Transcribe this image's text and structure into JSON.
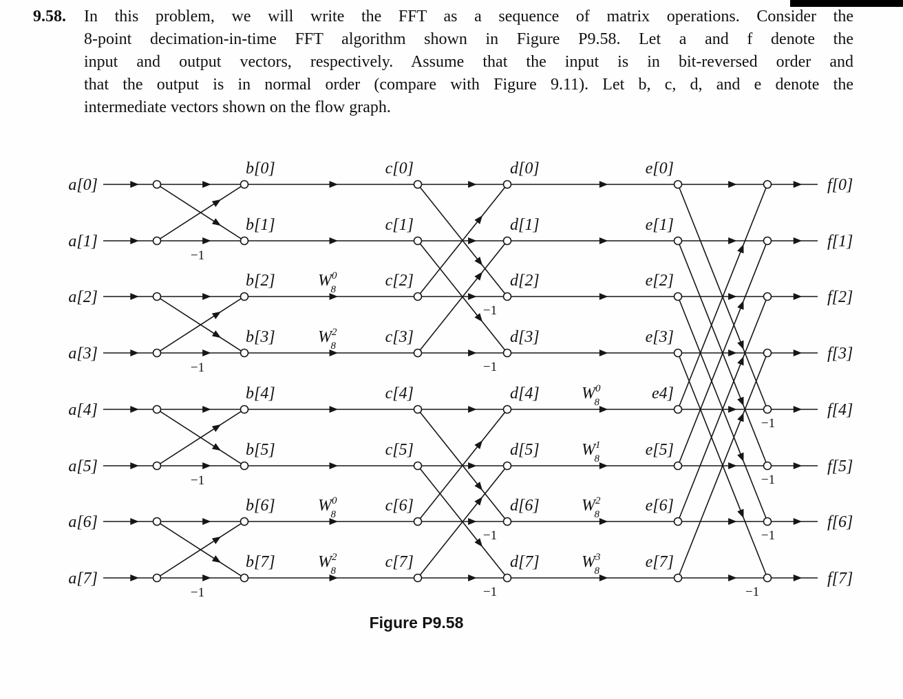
{
  "problem": {
    "number": "9.58.",
    "lines": [
      "In this problem, we will write the FFT as a sequence of matrix operations. Consider the",
      "8-point decimation-in-time FFT algorithm shown in Figure P9.58. Let a and f denote the",
      "input and output vectors, respectively. Assume that the input is in bit-reversed order and",
      "that the output is in normal order (compare with Figure 9.11). Let b, c, d, and e denote the",
      "intermediate vectors shown on the flow graph."
    ]
  },
  "figure": {
    "caption": "Figure P9.58",
    "inputs": [
      "a[0]",
      "a[1]",
      "a[2]",
      "a[3]",
      "a[4]",
      "a[5]",
      "a[6]",
      "a[7]"
    ],
    "outputs": [
      "f[0]",
      "f[1]",
      "f[2]",
      "f[3]",
      "f[4]",
      "f[5]",
      "f[6]",
      "f[7]"
    ],
    "b_labels": [
      "b[0]",
      "b[1]",
      "b[2]",
      "b[3]",
      "b[4]",
      "b[5]",
      "b[6]",
      "b[7]"
    ],
    "c_labels": [
      "c[0]",
      "c[1]",
      "c[2]",
      "c[3]",
      "c[4]",
      "c[5]",
      "c[6]",
      "c[7]"
    ],
    "d_labels": [
      "d[0]",
      "d[1]",
      "d[2]",
      "d[3]",
      "d[4]",
      "d[5]",
      "d[6]",
      "d[7]"
    ],
    "e_labels": [
      "e[0]",
      "e[1]",
      "e[2]",
      "e[3]",
      "e4]",
      "e[5]",
      "e[6]",
      "e[7]"
    ],
    "minus_label": "−1",
    "twiddles_stage2": [
      {
        "row": 2,
        "base": "W",
        "sub": "8",
        "sup": "0"
      },
      {
        "row": 3,
        "base": "W",
        "sub": "8",
        "sup": "2"
      },
      {
        "row": 6,
        "base": "W",
        "sub": "8",
        "sup": "0"
      },
      {
        "row": 7,
        "base": "W",
        "sub": "8",
        "sup": "2"
      }
    ],
    "twiddles_stage3": [
      {
        "row": 4,
        "base": "W",
        "sub": "8",
        "sup": "0"
      },
      {
        "row": 5,
        "base": "W",
        "sub": "8",
        "sup": "1"
      },
      {
        "row": 6,
        "base": "W",
        "sub": "8",
        "sup": "2"
      },
      {
        "row": 7,
        "base": "W",
        "sub": "8",
        "sup": "3"
      }
    ],
    "negations": {
      "stage1_rows": [
        1,
        3,
        5,
        7
      ],
      "stage2_rows": [
        2,
        3,
        6,
        7
      ],
      "stage3_rows": [
        4,
        5,
        6,
        7
      ]
    }
  }
}
